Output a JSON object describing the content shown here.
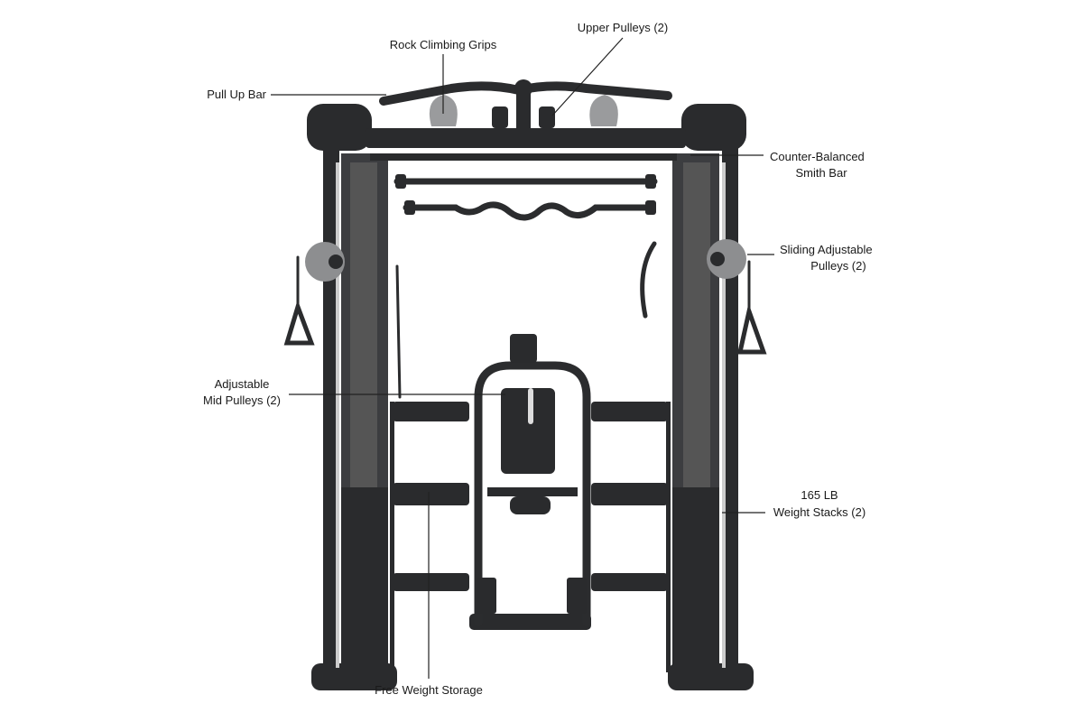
{
  "title": "Functional trainer feature diagram",
  "colors": {
    "frame": "#2a2b2d",
    "grip": "#9a9b9d",
    "text": "#1a1a1a"
  },
  "labels": {
    "rock_climbing_grips": "Rock Climbing Grips",
    "upper_pulleys": "Upper Pulleys (2)",
    "pull_up_bar": "Pull Up Bar",
    "smith_bar_line1": "Counter-Balanced",
    "smith_bar_line2": "Smith Bar",
    "sliding_pulleys_line1": "Sliding Adjustable",
    "sliding_pulleys_line2": "Pulleys (2)",
    "mid_pulleys_line1": "Adjustable",
    "mid_pulleys_line2": "Mid Pulleys (2)",
    "weight_stacks_line1": "165 LB",
    "weight_stacks_line2": "Weight Stacks (2)",
    "free_weight_storage": "Free Weight Storage"
  }
}
